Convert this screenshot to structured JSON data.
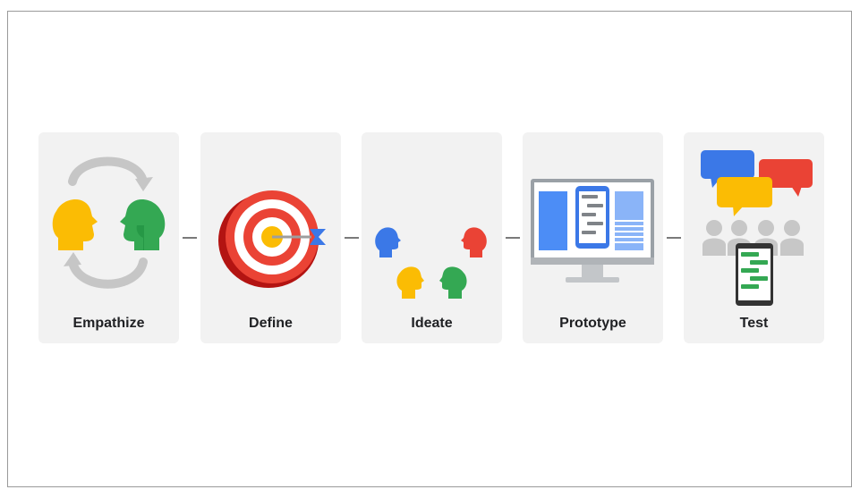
{
  "stages": [
    {
      "label": "Empathize",
      "icon": "empathize-heads-icon"
    },
    {
      "label": "Define",
      "icon": "target-arrow-icon"
    },
    {
      "label": "Ideate",
      "icon": "ideate-heads-icon"
    },
    {
      "label": "Prototype",
      "icon": "monitor-phone-icon"
    },
    {
      "label": "Test",
      "icon": "test-users-chat-icon"
    }
  ],
  "colors": {
    "card": "#f2f2f2",
    "blue": "#3b78e7",
    "red": "#ea4335",
    "yellow": "#fbbc04",
    "green": "#34a853",
    "gray": "#c7c7c7",
    "label": "#202124"
  }
}
